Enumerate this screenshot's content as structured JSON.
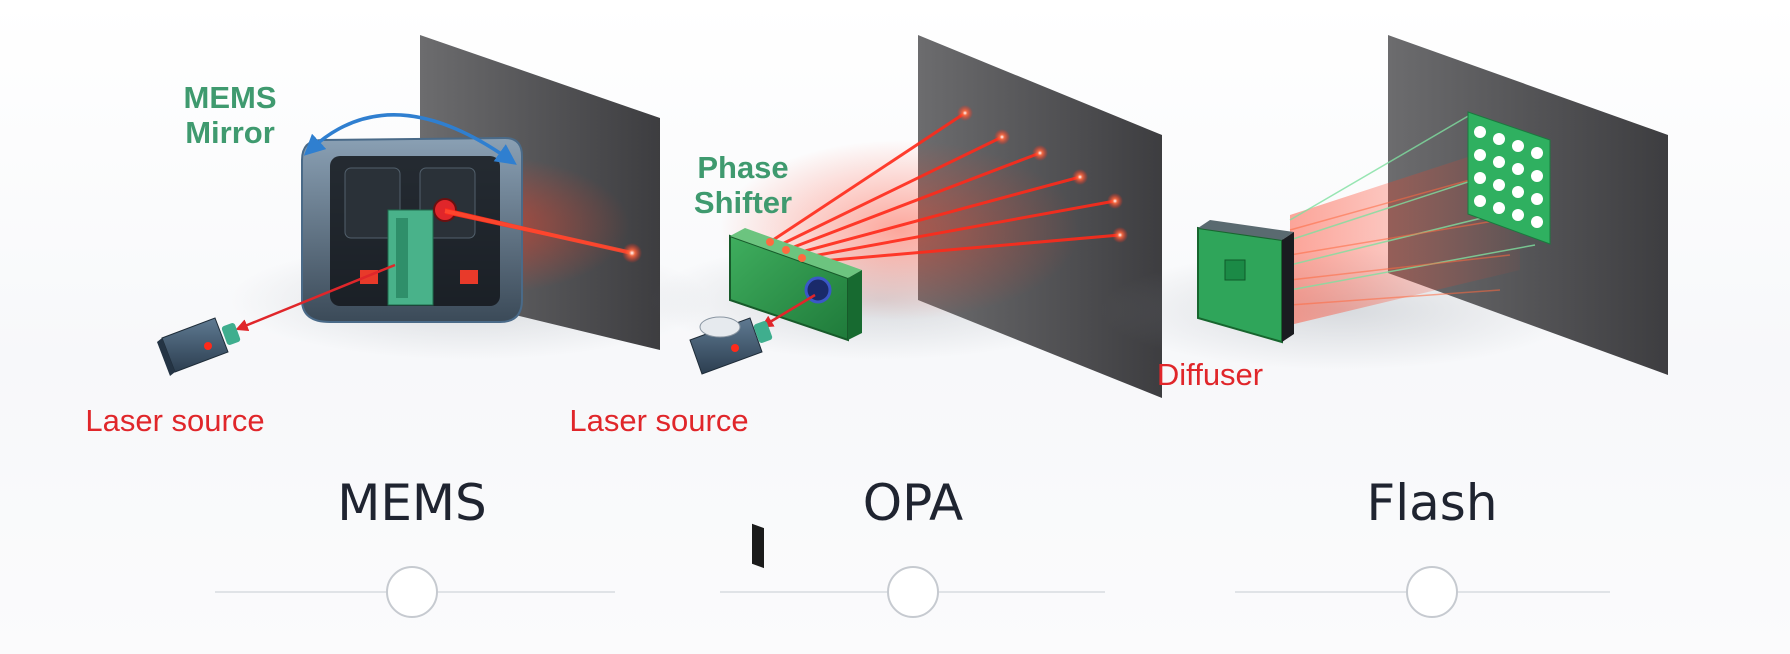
{
  "panels": {
    "mems": {
      "title": "MEMS",
      "callout_line1": "MEMS",
      "callout_line2": "Mirror",
      "source_label": "Laser source"
    },
    "opa": {
      "title": "OPA",
      "callout_line1": "Phase",
      "callout_line2": "Shifter",
      "source_label": "Laser source"
    },
    "flash": {
      "title": "Flash",
      "callout": "Diffuser"
    }
  },
  "colors": {
    "green_label": "#3f9a6f",
    "red_label": "#e0262a",
    "laser": "#ff2a1a",
    "screen": "#4a4a4c",
    "title": "#1f2430",
    "arc": "#2f7fd0"
  },
  "icons": [
    "rotation-arrow-icon",
    "laser-source-icon",
    "selector-circle-icon"
  ]
}
